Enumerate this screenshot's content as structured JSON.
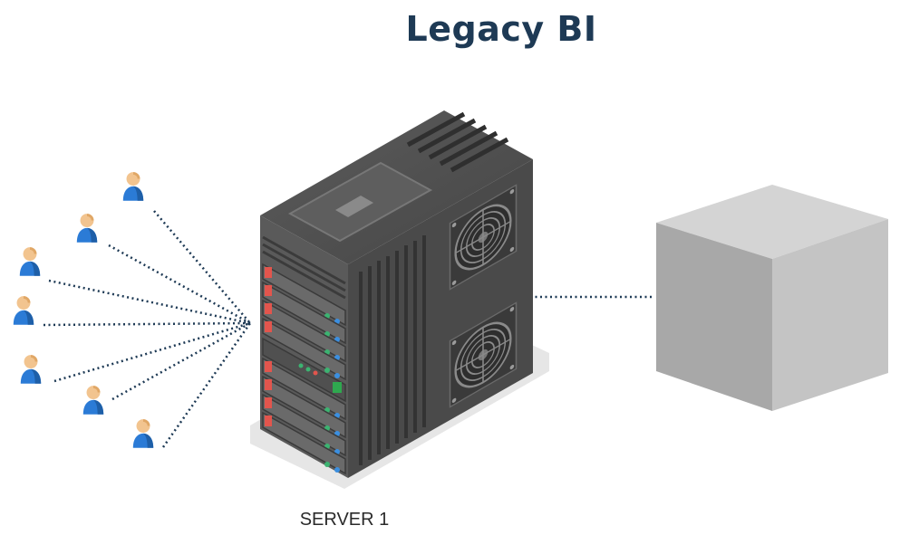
{
  "title": "Legacy BI",
  "server": {
    "label": "SERVER 1",
    "icon": "server-tower-icon"
  },
  "users": {
    "count": 7,
    "icon": "user-icon"
  },
  "datastore": {
    "icon": "cube-icon"
  },
  "colors": {
    "title": "#1e3a55",
    "connector": "#1e3a55",
    "user_body": "#2b7bd6",
    "user_head": "#f2c48f",
    "server_body": "#4a4a4a",
    "drive_accent": "#e2554d",
    "cube_light": "#c9c9c9"
  }
}
